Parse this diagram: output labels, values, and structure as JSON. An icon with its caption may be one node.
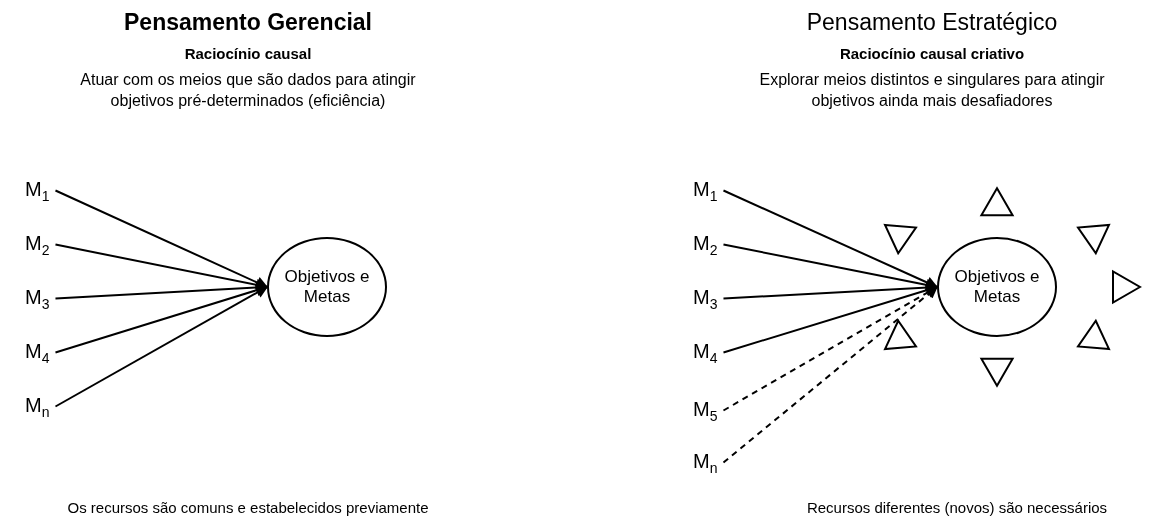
{
  "diagram": {
    "nodes": [
      {
        "text": [
          "M$_{1}$"
        ]
      },
      {
        "text": [
          "M$_{2}$"
        ]
      },
      {
        "text": [
          "M$_{3}$"
        ]
      },
      {
        "text": [
          "M$_{4}$"
        ]
      },
      {
        "text": [
          "M$_{n}$"
        ]
      },
      {
        "text": [
          "Objetivos e Metas"
        ]
      },
      {
        "text": [
          "M$_{1}$"
        ]
      },
      {
        "text": [
          "M$_{2}$"
        ]
      },
      {
        "text": [
          "M$_{3}$"
        ]
      },
      {
        "text": [
          "M$_{4}$"
        ]
      },
      {
        "text": [
          "M$_{5}$"
        ]
      },
      {
        "text": [
          "M$_{n}$"
        ]
      },
      {
        "text": [
          "Objetivos e Metas"
        ]
      }
    ],
    "edges": [
      {
        "from": 0,
        "to": 5,
        "arrow": "to"
      },
      {
        "from": 1,
        "to": 5,
        "arrow": "to"
      },
      {
        "from": 2,
        "to": 5,
        "arrow": "to"
      },
      {
        "from": 3,
        "to": 5,
        "arrow": "to"
      },
      {
        "from": 4,
        "to": 5,
        "arrow": "to"
      },
      {
        "from": 6,
        "to": 12,
        "arrow": "to"
      },
      {
        "from": 7,
        "to": 12,
        "arrow": "to"
      },
      {
        "from": 8,
        "to": 12,
        "arrow": "to"
      },
      {
        "from": 9,
        "to": 12,
        "arrow": "to"
      },
      {
        "from": 10,
        "to": 12,
        "arrow": "to",
        "style": "dashed"
      },
      {
        "from": 11,
        "to": 12,
        "arrow": "to",
        "style": "dashed"
      }
    ],
    "labels": [
      "Pensamento Gerencial",
      "Raciocínio causal",
      "Atuar com os meios que são dados para atingir objetivos pré-determinados (eficiência)",
      "Pensamento Estratégico",
      "Raciocínio causal criativo",
      "Explorar meios distintos e singulares para atingir objetivos ainda mais desafiadores",
      "Os recursos são comuns e estabelecidos previamente",
      "Recursos diferentes (novos) são necessários"
    ]
  }
}
